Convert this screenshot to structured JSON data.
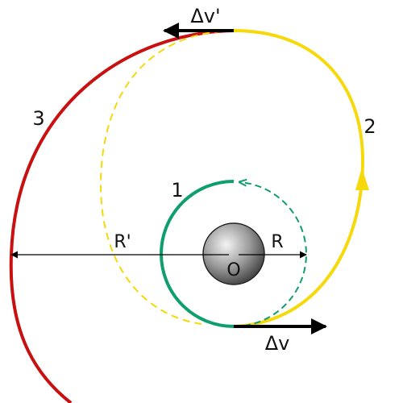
{
  "labels": {
    "orbit1": "1",
    "orbit2": "2",
    "orbit3": "3",
    "radius_small": "R",
    "radius_large": "R'",
    "center": "O",
    "delta_v": "Δv",
    "delta_v_prime": "Δv'"
  },
  "colors": {
    "orbit1": "#0f9e6e",
    "orbit2": "#f5d90a",
    "orbit3": "#c81010",
    "ink": "#000000",
    "planet_light": "#f2f2f2",
    "planet_dark": "#4a4a4a"
  }
}
